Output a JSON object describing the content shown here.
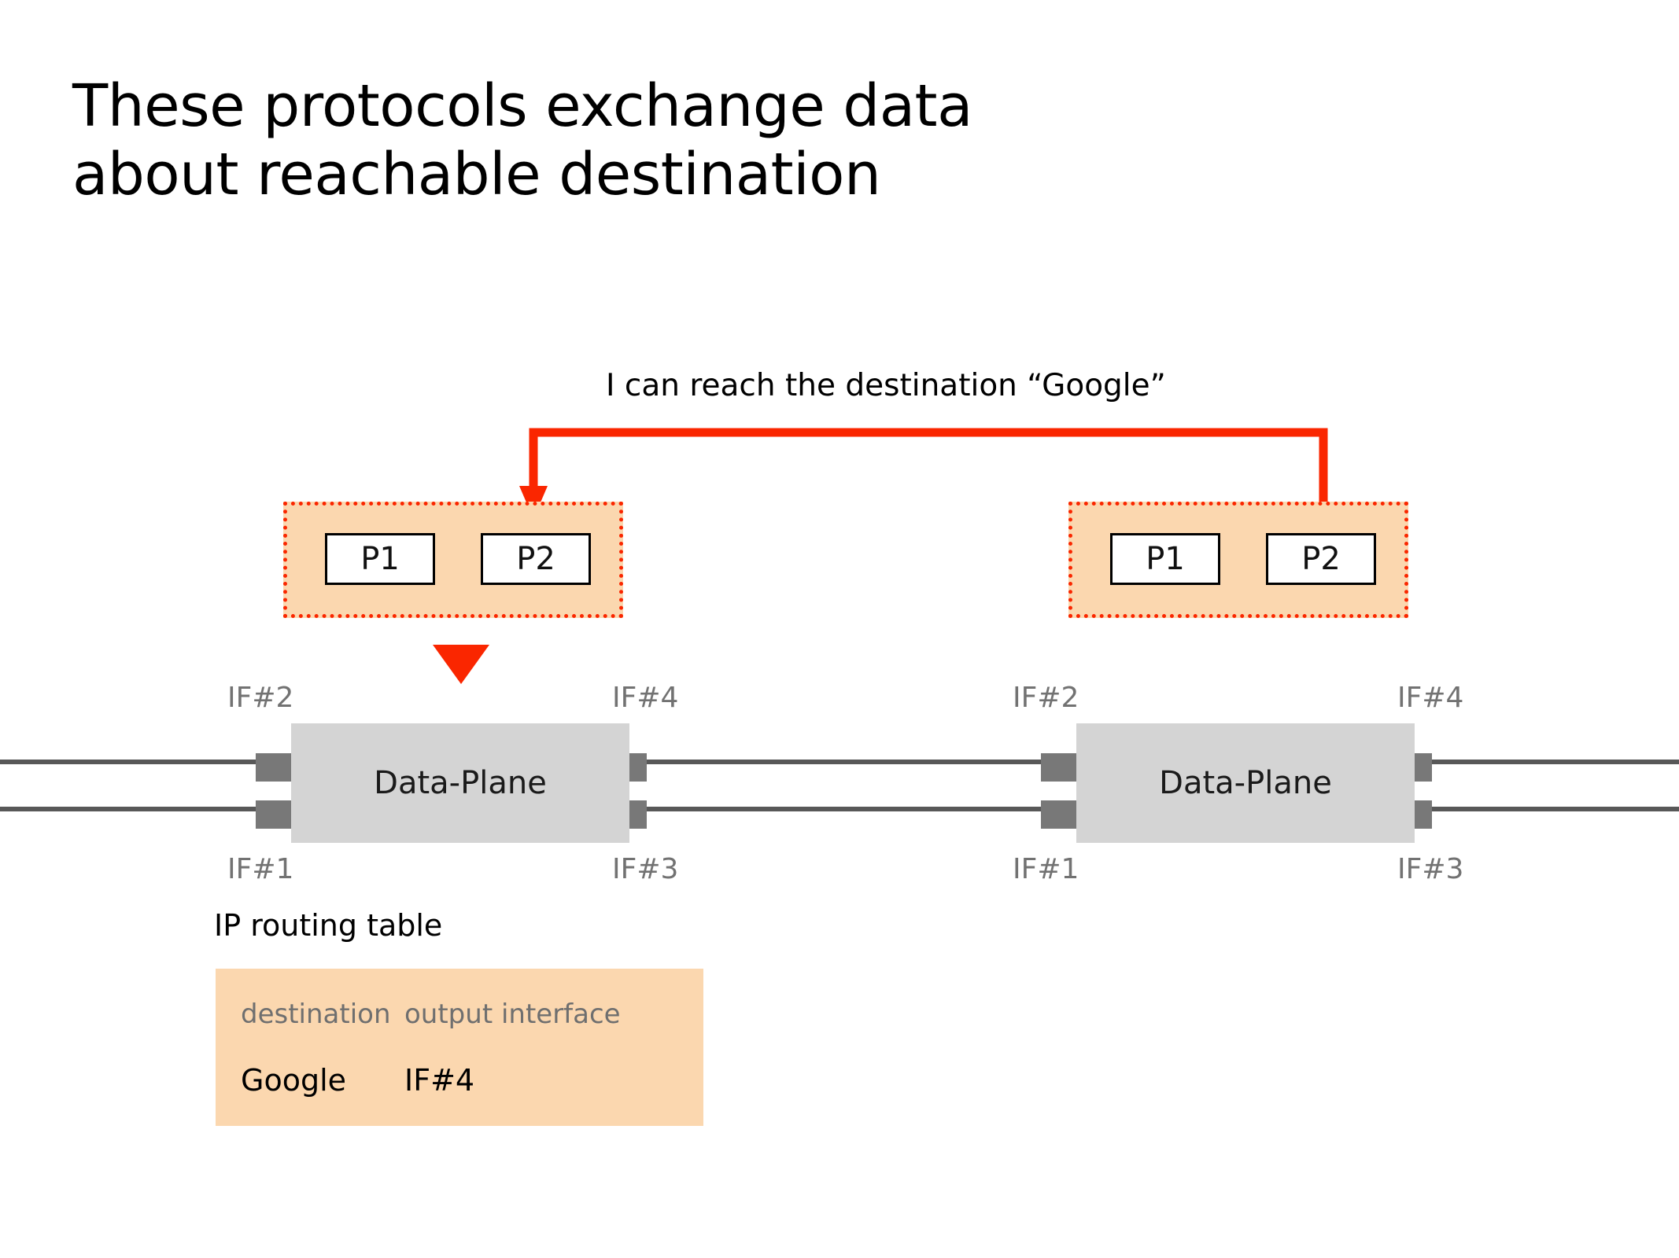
{
  "slide": {
    "title": "These protocols exchange data\nabout reachable destination",
    "callout": "I can reach the destination “Google”"
  },
  "colors": {
    "accent_red": "#FA2600",
    "control_plane_fill": "#FBD7AF",
    "data_plane_fill": "#D4D4D4",
    "port_grey": "#787878",
    "wire_grey": "#585858",
    "label_grey": "#727272"
  },
  "routers": [
    {
      "id": "left",
      "control_plane": {
        "protocols": [
          {
            "label": "P1"
          },
          {
            "label": "P2"
          }
        ]
      },
      "data_plane": {
        "label": "Data-Plane",
        "interfaces": {
          "top_left": "IF#2",
          "top_right": "IF#4",
          "bottom_left": "IF#1",
          "bottom_right": "IF#3"
        }
      }
    },
    {
      "id": "right",
      "control_plane": {
        "protocols": [
          {
            "label": "P1"
          },
          {
            "label": "P2"
          }
        ]
      },
      "data_plane": {
        "label": "Data-Plane",
        "interfaces": {
          "top_left": "IF#2",
          "top_right": "IF#4",
          "bottom_left": "IF#1",
          "bottom_right": "IF#3"
        }
      }
    }
  ],
  "routing_table": {
    "caption": "IP routing table",
    "columns": [
      "destination",
      "output interface"
    ],
    "rows": [
      {
        "destination": "Google",
        "output_interface": "IF#4"
      }
    ]
  },
  "annotations": {
    "protocol_exchange_arrow": "red-bracket-arrow-right-p2-to-left-p2",
    "install_route_arrow": "red-down-triangle-control-to-data-plane"
  }
}
